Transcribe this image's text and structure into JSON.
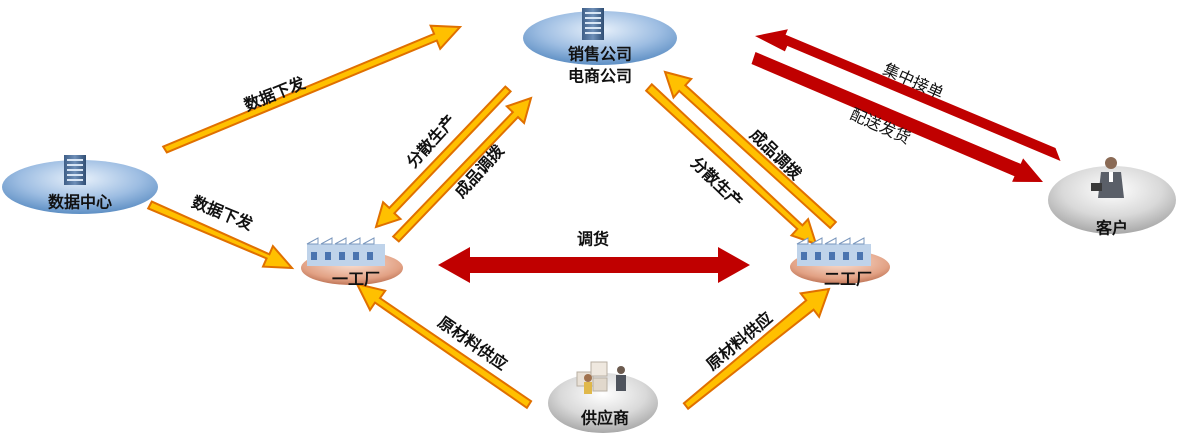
{
  "colors": {
    "yellow_fill": "#FFC000",
    "yellow_outline": "#E07000",
    "red_arrow": "#C00000",
    "blue_node": "#7FA9D6",
    "gray_node": "#C8C8C8",
    "factory_base": "#E5A88A"
  },
  "nodes": {
    "sales": {
      "line1": "销售公司",
      "line2": "电商公司",
      "icon": "office-building-icon"
    },
    "data_center": {
      "label": "数据中心",
      "icon": "office-building-icon"
    },
    "customer": {
      "label": "客户",
      "icon": "businessman-icon"
    },
    "factory1": {
      "label": "一工厂",
      "icon": "factory-icon"
    },
    "factory2": {
      "label": "二工厂",
      "icon": "factory-icon"
    },
    "supplier": {
      "label": "供应商",
      "icon": "warehouse-worker-icon"
    }
  },
  "edges": {
    "dc_to_sales": "数据下发",
    "dc_to_f1": "数据下发",
    "sales_to_f1": "分散生产",
    "f1_to_sales": "成品调拨",
    "sales_to_f2": "分散生产",
    "f2_to_sales": "成品调拨",
    "customer_to_sales": "集中接单",
    "sales_to_customer": "配送发货",
    "f1_f2": "调货",
    "supplier_to_f1": "原材料供应",
    "supplier_to_f2": "原材料供应"
  }
}
